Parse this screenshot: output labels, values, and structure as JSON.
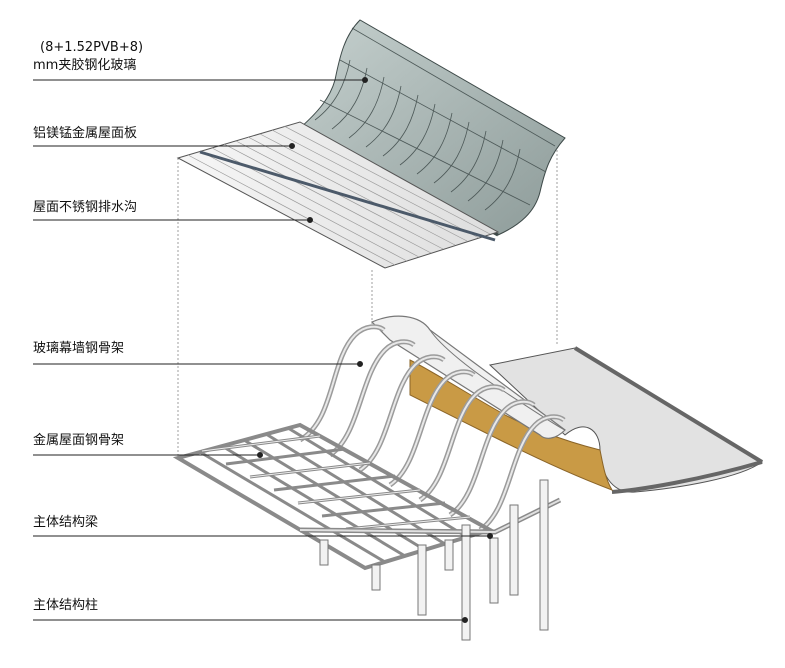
{
  "labels": {
    "glass_line1": "(8+1.52PVB+8)",
    "glass_line2": "mm夹胶钢化玻璃",
    "roof_panel": "铝镁锰金属屋面板",
    "gutter": "屋面不锈钢排水沟",
    "curtain_frame": "玻璃幕墙钢骨架",
    "roof_frame": "金属屋面钢骨架",
    "beam": "主体结构梁",
    "column": "主体结构柱"
  },
  "colors": {
    "glass": "#aebbb9",
    "glass_dark": "#6f7d7c",
    "panel": "#e9e9e9",
    "wood": "#c99a45",
    "steel": "#cfcfcf",
    "line": "#222222"
  }
}
